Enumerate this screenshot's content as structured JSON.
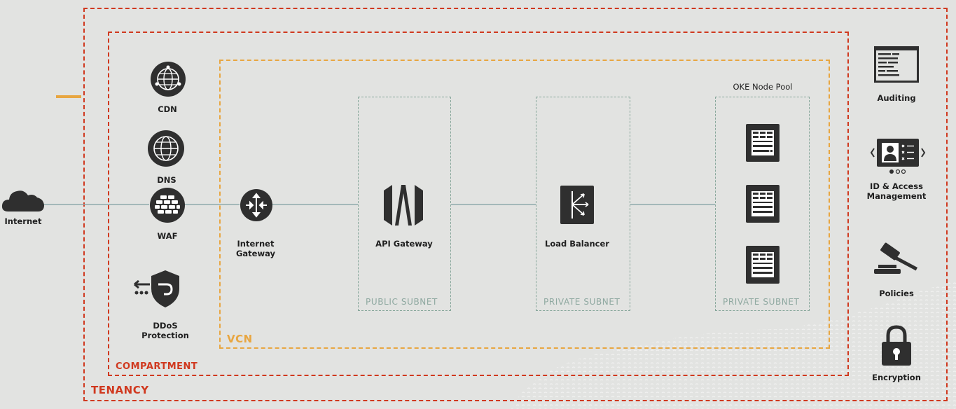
{
  "containers": {
    "tenancy": "TENANCY",
    "compartment": "COMPARTMENT",
    "vcn": "VCN"
  },
  "subnets": {
    "public": "PUBLIC  SUBNET",
    "private_lb": "PRIVATE SUBNET",
    "private_oke": "PRIVATE SUBNET"
  },
  "nodes": {
    "internet": "Internet",
    "cdn": "CDN",
    "dns": "DNS",
    "waf": "WAF",
    "ddos_line1": "DDoS",
    "ddos_line2": "Protection",
    "igw_line1": "Internet",
    "igw_line2": "Gateway",
    "api_gateway": "API Gateway",
    "load_balancer": "Load Balancer",
    "oke_node_pool": "OKE Node Pool"
  },
  "services": {
    "auditing": "Auditing",
    "iam_line1": "ID & Access",
    "iam_line2": "Management",
    "policies": "Policies",
    "encryption": "Encryption"
  },
  "colors": {
    "tenancy": "#d0391f",
    "compartment": "#d0391f",
    "vcn": "#e8a641",
    "subnet_border": "#86a69a",
    "connector": "#8fa9ac",
    "icon": "#2f2f2f"
  }
}
